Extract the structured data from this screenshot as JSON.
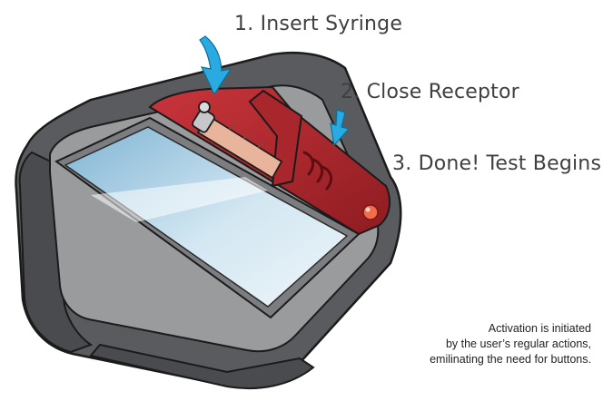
{
  "steps": [
    {
      "label": "1. Insert Syringe"
    },
    {
      "label": "2. Close Receptor"
    },
    {
      "label": "3. Done! Test Begins"
    }
  ],
  "note": {
    "lines": [
      "Activation is initiated",
      "by the user’s regular actions,",
      "emilinating the need for buttons."
    ]
  },
  "colors": {
    "body_dark": "#58595b",
    "body_light": "#9a9b9d",
    "screen": "#bcd9ea",
    "receptor": "#b0242a",
    "arrow": "#29abe2",
    "led": "#f26b4a"
  },
  "icons": [
    "arrow-down-icon",
    "syringe-icon",
    "led-indicator-icon"
  ]
}
